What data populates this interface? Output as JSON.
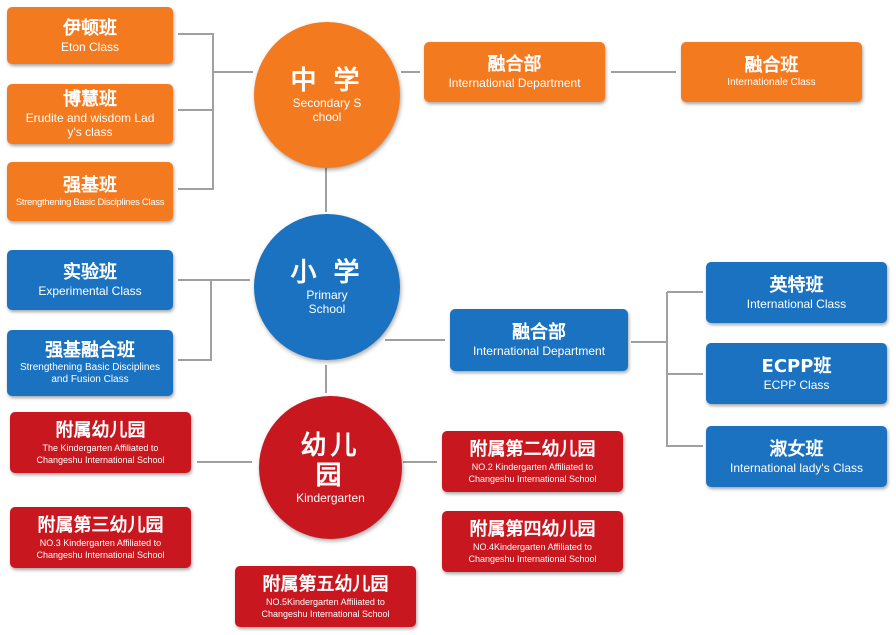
{
  "colors": {
    "secondary": "#f47a20",
    "primary": "#1a72c1",
    "kindergarten": "#c8171e",
    "connector": "#a0a0a0"
  },
  "secondary": {
    "title_zh": "中 学",
    "title_en_1": "Secondary S",
    "title_en_2": "chool",
    "classes": [
      {
        "zh": "伊顿班",
        "en": "Eton Class"
      },
      {
        "zh": "博慧班",
        "en_1": "Erudite and wisdom Lad",
        "en_2": "y's class"
      },
      {
        "zh": "强基班",
        "en": "Strengthening Basic Disciplines Class"
      }
    ],
    "department": {
      "zh": "融合部",
      "en": "International Department"
    },
    "department_class": {
      "zh": "融合班",
      "en": "Internationale Class"
    }
  },
  "primary": {
    "title_zh": "小 学",
    "title_en_1": "Primary",
    "title_en_2": "School",
    "classes": [
      {
        "zh": "实验班",
        "en": "Experimental Class"
      },
      {
        "zh": "强基融合班",
        "en_1": "Strengthening Basic Disciplines",
        "en_2": "and Fusion Class"
      }
    ],
    "department": {
      "zh": "融合部",
      "en": "International Department"
    },
    "department_classes": [
      {
        "zh": "英特班",
        "en": "International Class"
      },
      {
        "zh": "ECPP班",
        "en": "ECPP Class"
      },
      {
        "zh": "淑女班",
        "en": "International lady's Class"
      }
    ]
  },
  "kindergarten": {
    "title_zh_1": "幼儿",
    "title_zh_2": "园",
    "title_en": "Kindergarten",
    "branches": [
      {
        "zh": "附属幼儿园",
        "en_1": "The Kindergarten Affiliated to",
        "en_2": "Changeshu International School"
      },
      {
        "zh": "附属第二幼儿园",
        "en_1": "NO.2 Kindergarten Affiliated to",
        "en_2": "Changeshu International School"
      },
      {
        "zh": "附属第三幼儿园",
        "en_1": "NO.3 Kindergarten Affiliated to",
        "en_2": "Changeshu International School"
      },
      {
        "zh": "附属第四幼儿园",
        "en_1": "NO.4Kindergarten Affiliated to",
        "en_2": "Changeshu International School"
      },
      {
        "zh": "附属第五幼儿园",
        "en_1": "NO.5Kindergarten Affiliated to",
        "en_2": "Changeshu International School"
      }
    ]
  }
}
